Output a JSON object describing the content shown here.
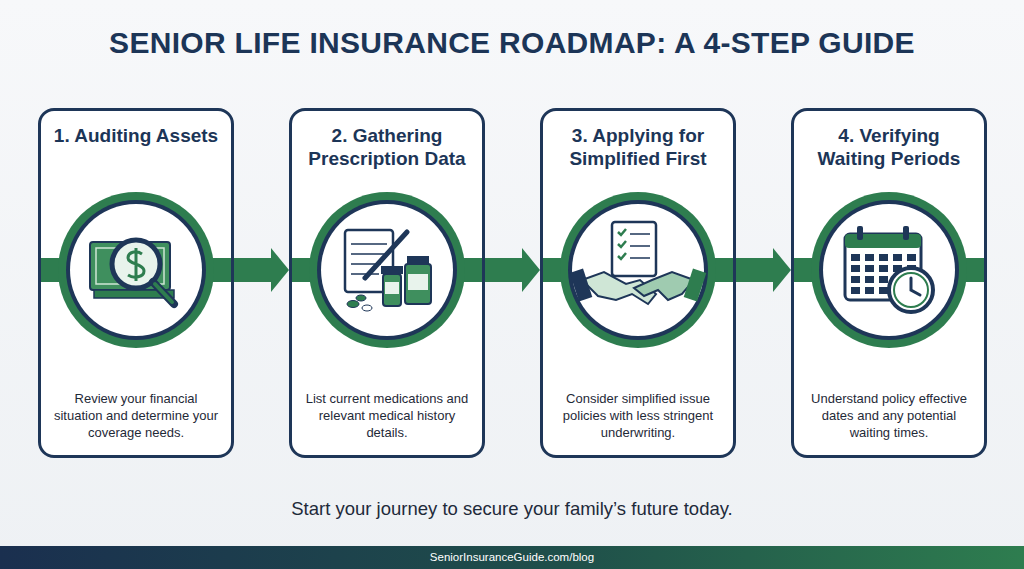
{
  "diagram": {
    "title": "SENIOR LIFE INSURANCE ROADMAP: A 4-STEP GUIDE",
    "caption": "Start your journey to secure your family’s future today.",
    "nodes": [
      {
        "text": [
          "1. Auditing Assets",
          "Review your financial situation and determine your coverage needs."
        ]
      },
      {
        "text": [
          "2. Gathering Prescription Data",
          "List current medications and relevant medical history details."
        ]
      },
      {
        "text": [
          "3. Applying for Simplified First",
          "Consider simplified issue policies with less stringent underwriting."
        ]
      },
      {
        "text": [
          "4. Verifying Waiting Periods",
          "Understand policy effective dates and any potential waiting times."
        ]
      }
    ],
    "edges": [
      {
        "from": 0,
        "to": 1,
        "arrow": "to"
      },
      {
        "from": 1,
        "to": 2,
        "arrow": "to"
      },
      {
        "from": 2,
        "to": 3,
        "arrow": "to"
      }
    ],
    "labels": [
      "SeniorInsuranceGuide.com/blog"
    ]
  }
}
